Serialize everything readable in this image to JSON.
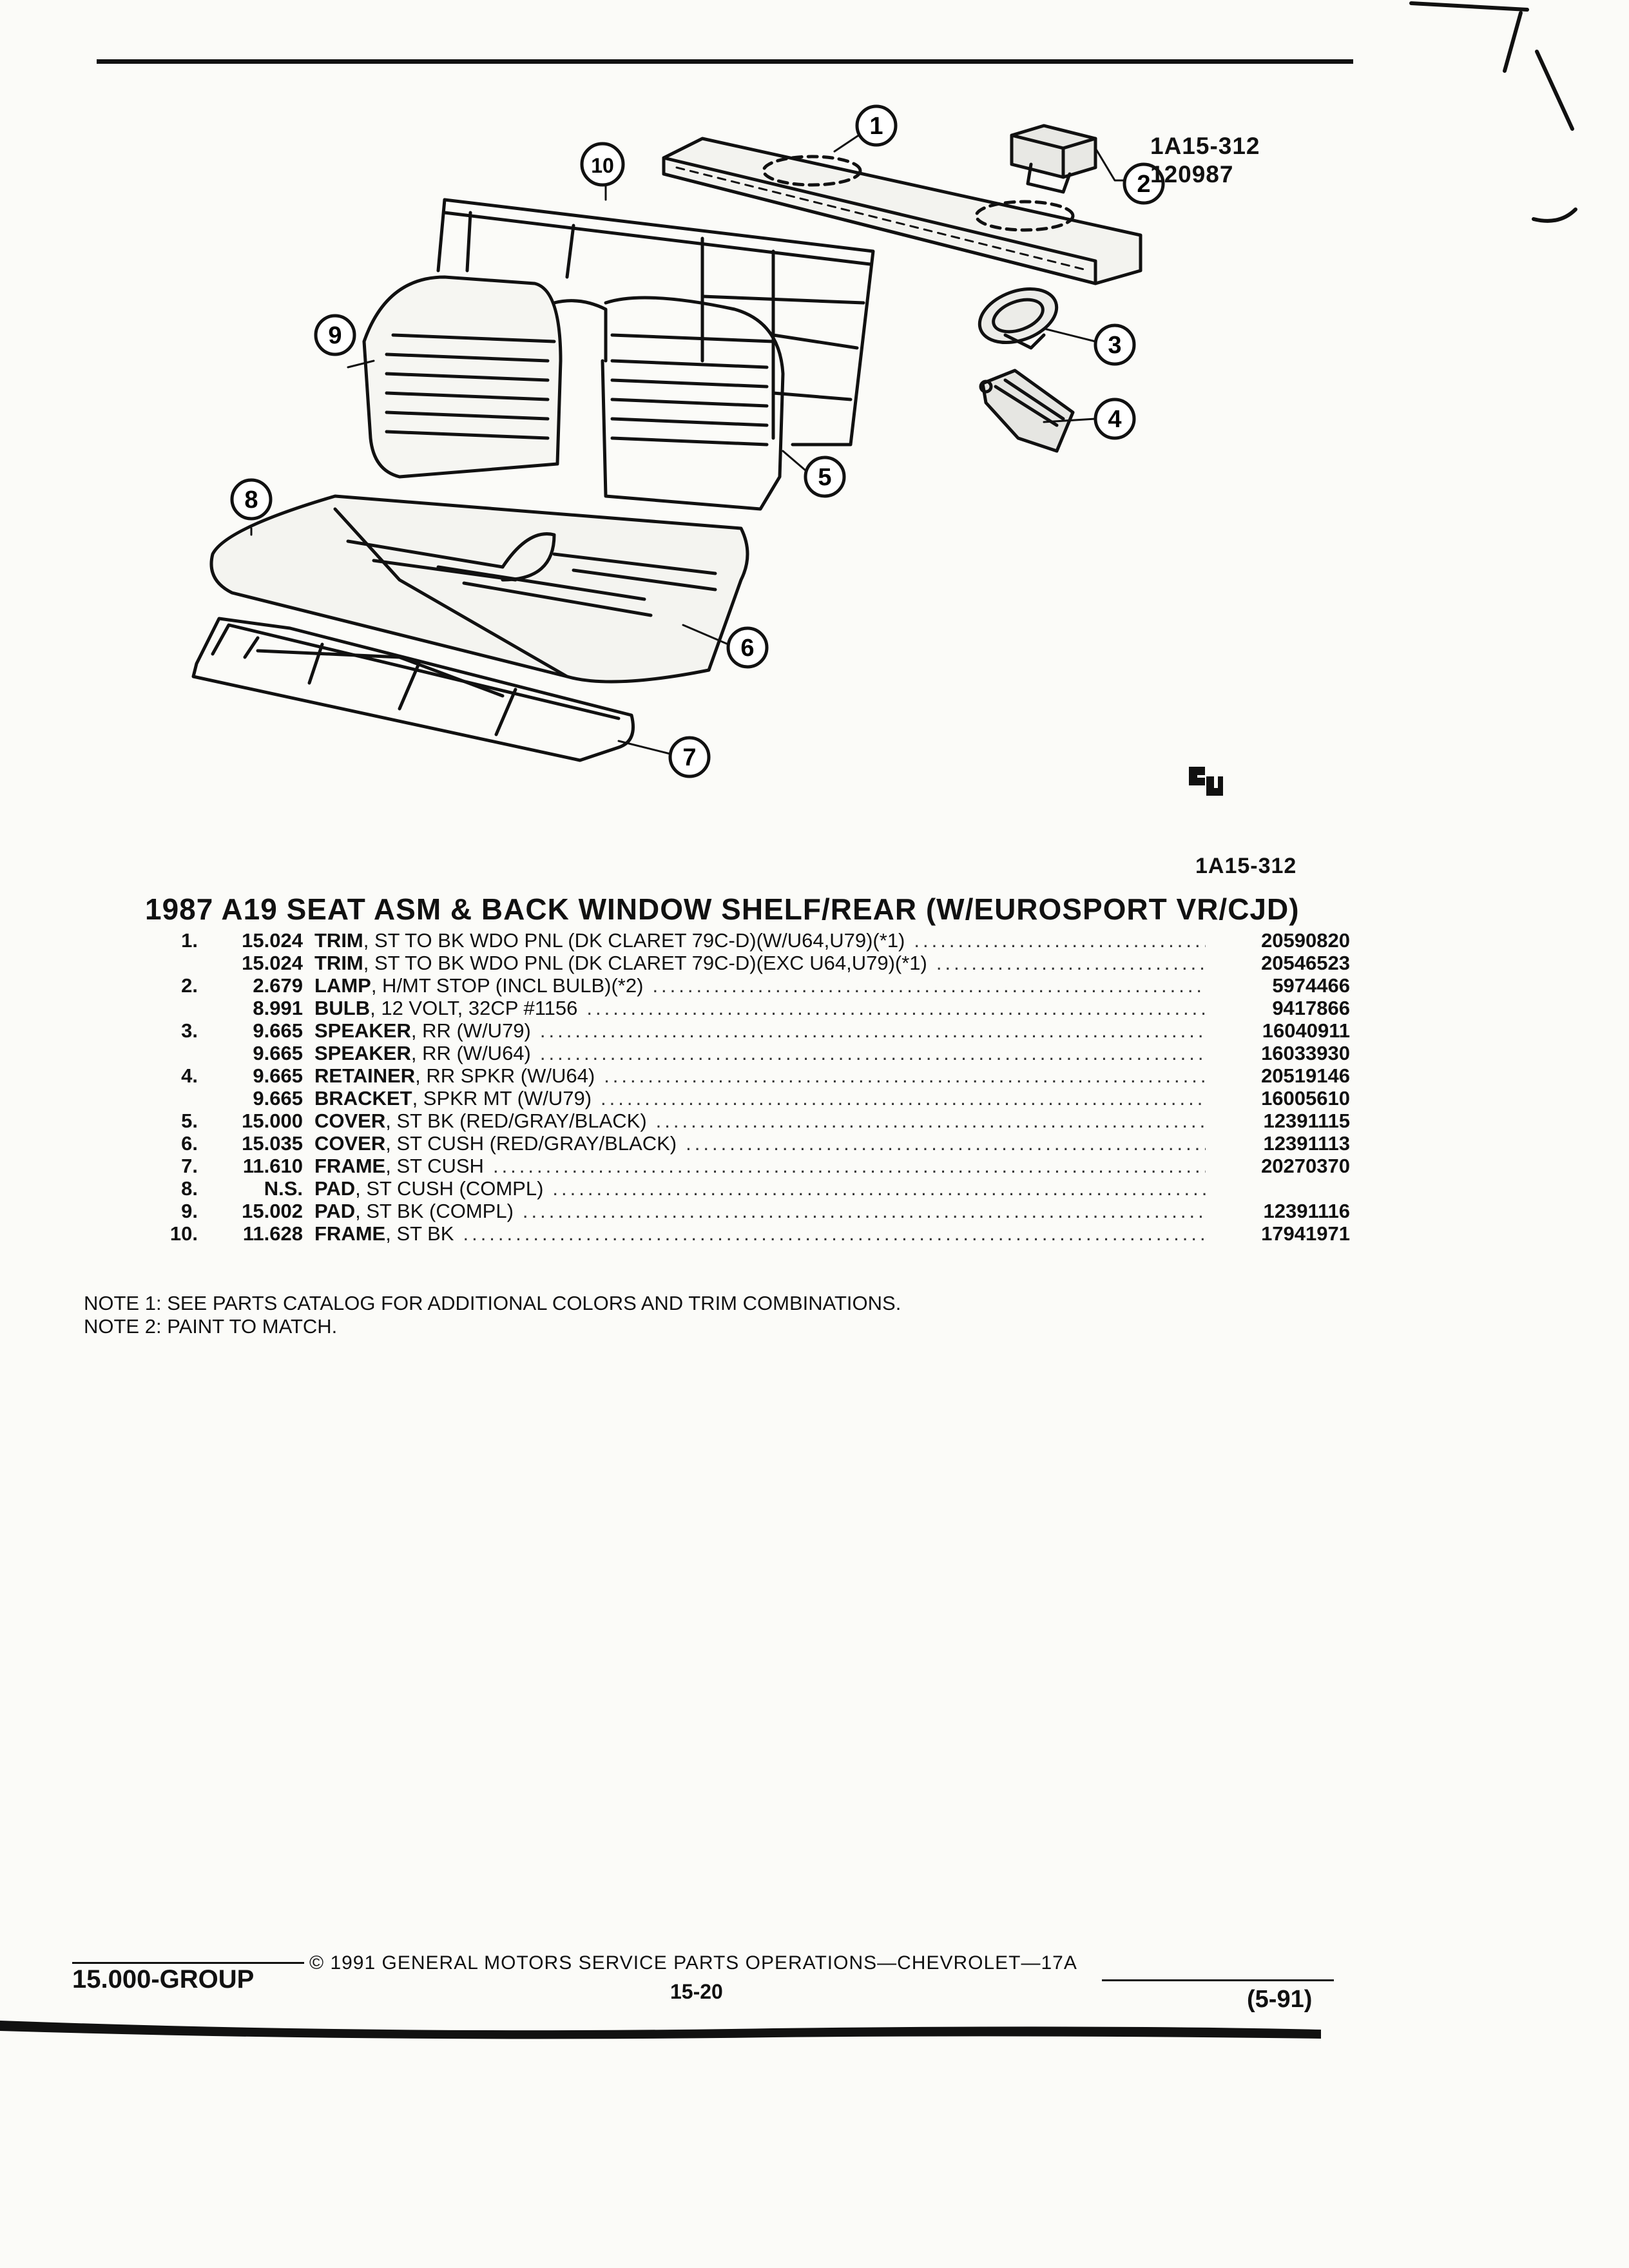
{
  "header": {
    "ref_code": "1A15-312",
    "ref_date": "120987"
  },
  "figure": {
    "callouts": [
      "1",
      "2",
      "3",
      "4",
      "5",
      "6",
      "7",
      "8",
      "9",
      "10"
    ],
    "logo_text": "GM",
    "figure_id": "1A15-312"
  },
  "title": "1987 A19 SEAT ASM & BACK WINDOW SHELF/REAR (W/EUROSPORT VR/CJD)",
  "parts": [
    {
      "num": "1.",
      "group": "15.024",
      "name": "TRIM",
      "desc": ", ST TO BK WDO PNL (DK CLARET 79C-D)(W/U64,U79)(*1)",
      "part": "20590820"
    },
    {
      "num": "",
      "group": "15.024",
      "name": "TRIM",
      "desc": ", ST TO BK WDO PNL (DK CLARET 79C-D)(EXC U64,U79)(*1)",
      "part": "20546523"
    },
    {
      "num": "2.",
      "group": "2.679",
      "name": "LAMP",
      "desc": ", H/MT STOP (INCL BULB)(*2)",
      "part": "5974466"
    },
    {
      "num": "",
      "group": "8.991",
      "name": "BULB",
      "desc": ", 12 VOLT, 32CP #1156",
      "part": "9417866"
    },
    {
      "num": "3.",
      "group": "9.665",
      "name": "SPEAKER",
      "desc": ", RR (W/U79)",
      "part": "16040911"
    },
    {
      "num": "",
      "group": "9.665",
      "name": "SPEAKER",
      "desc": ", RR (W/U64)",
      "part": "16033930"
    },
    {
      "num": "4.",
      "group": "9.665",
      "name": "RETAINER",
      "desc": ", RR SPKR (W/U64)",
      "part": "20519146"
    },
    {
      "num": "",
      "group": "9.665",
      "name": "BRACKET",
      "desc": ", SPKR MT (W/U79)",
      "part": "16005610"
    },
    {
      "num": "5.",
      "group": "15.000",
      "name": "COVER",
      "desc": ", ST BK (RED/GRAY/BLACK)",
      "part": "12391115"
    },
    {
      "num": "6.",
      "group": "15.035",
      "name": "COVER",
      "desc": ", ST CUSH (RED/GRAY/BLACK)",
      "part": "12391113"
    },
    {
      "num": "7.",
      "group": "11.610",
      "name": "FRAME",
      "desc": ", ST CUSH",
      "part": "20270370"
    },
    {
      "num": "8.",
      "group": "N.S.",
      "name": "PAD",
      "desc": ", ST CUSH (COMPL)",
      "part": ""
    },
    {
      "num": "9.",
      "group": "15.002",
      "name": "PAD",
      "desc": ", ST BK (COMPL)",
      "part": "12391116"
    },
    {
      "num": "10.",
      "group": "11.628",
      "name": "FRAME",
      "desc": ", ST BK",
      "part": "17941971"
    }
  ],
  "notes": [
    "NOTE  1:  SEE PARTS CATALOG FOR ADDITIONAL COLORS AND TRIM COMBINATIONS.",
    "NOTE  2:  PAINT TO MATCH."
  ],
  "footer": {
    "group": "15.000-GROUP",
    "copyright": "©  1991  GENERAL MOTORS SERVICE PARTS OPERATIONS—CHEVROLET—17A",
    "page": "15-20",
    "date": "(5-91)"
  }
}
